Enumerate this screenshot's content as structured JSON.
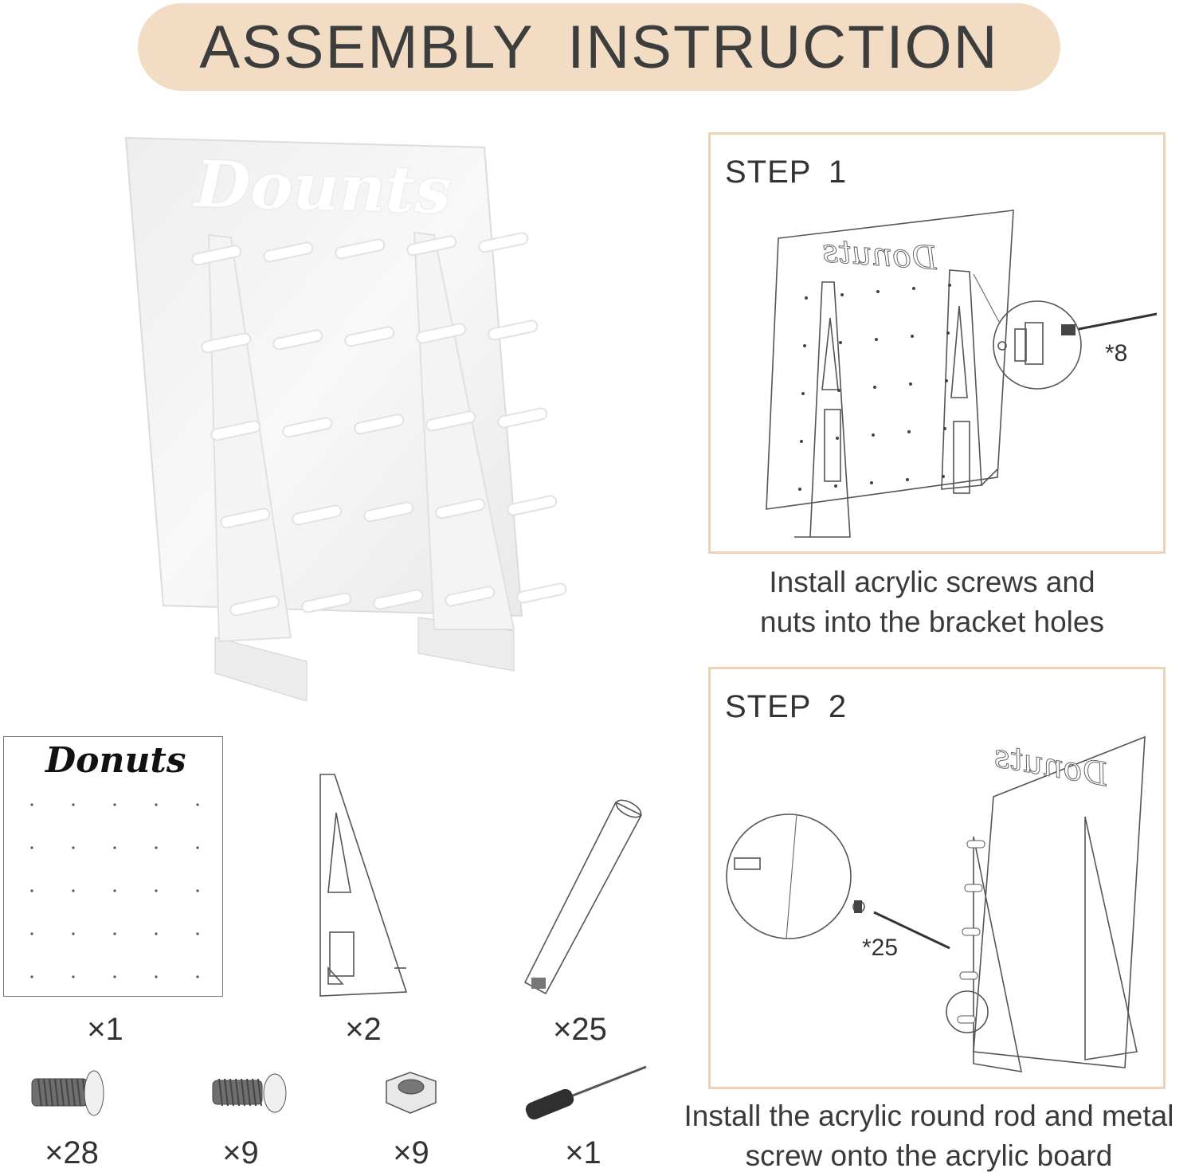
{
  "title": "ASSEMBLY  INSTRUCTION",
  "hero": {
    "board_text": "Dounts"
  },
  "step1": {
    "label": "STEP  1",
    "board_text": "Donuts",
    "callout": "*8",
    "caption_line1": "Install acrylic screws and",
    "caption_line2": "nuts into the bracket holes"
  },
  "step2": {
    "label": "STEP  2",
    "board_text": "Donuts",
    "callout": "*25",
    "caption_line1": "Install the acrylic round rod and metal",
    "caption_line2": "screw onto the acrylic board"
  },
  "parts": [
    {
      "name": "board",
      "board_text": "Donuts",
      "qty": "×1"
    },
    {
      "name": "bracket",
      "qty": "×2"
    },
    {
      "name": "rod",
      "qty": "×25"
    },
    {
      "name": "long-screw",
      "qty": "×28"
    },
    {
      "name": "short-screw",
      "qty": "×9"
    },
    {
      "name": "nut",
      "qty": "×9"
    },
    {
      "name": "screwdriver",
      "qty": "×1"
    }
  ],
  "colors": {
    "accent": "#f2dcc3",
    "border": "#ecd3b5",
    "text": "#3a3a3a"
  }
}
